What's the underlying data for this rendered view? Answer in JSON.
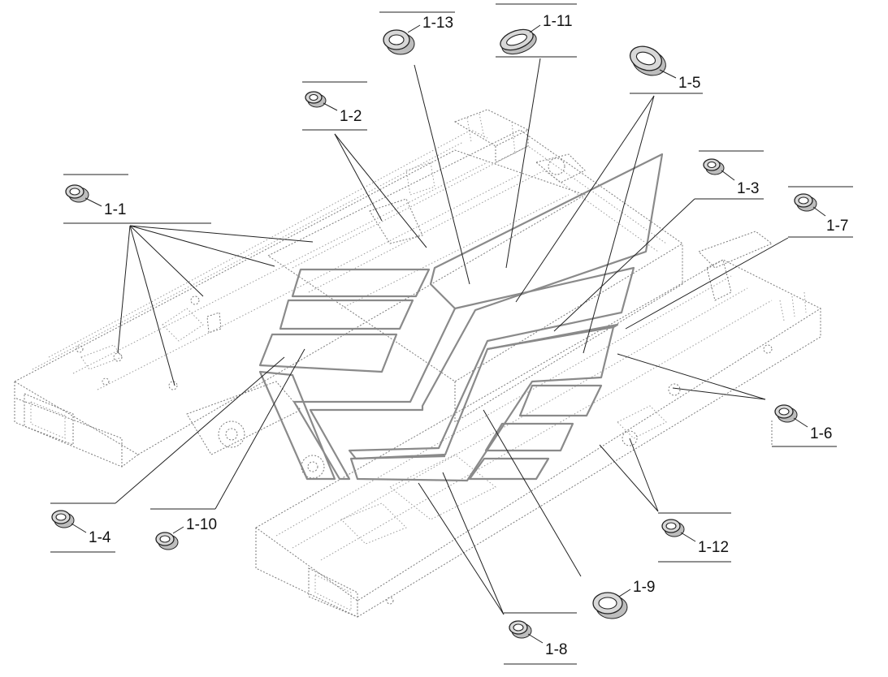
{
  "diagram": {
    "callouts": [
      {
        "id": "1-1",
        "label": "1-1"
      },
      {
        "id": "1-2",
        "label": "1-2"
      },
      {
        "id": "1-3",
        "label": "1-3"
      },
      {
        "id": "1-4",
        "label": "1-4"
      },
      {
        "id": "1-5",
        "label": "1-5"
      },
      {
        "id": "1-6",
        "label": "1-6"
      },
      {
        "id": "1-7",
        "label": "1-7"
      },
      {
        "id": "1-8",
        "label": "1-8"
      },
      {
        "id": "1-9",
        "label": "1-9"
      },
      {
        "id": "1-10",
        "label": "1-10"
      },
      {
        "id": "1-11",
        "label": "1-11"
      },
      {
        "id": "1-12",
        "label": "1-12"
      },
      {
        "id": "1-13",
        "label": "1-13"
      }
    ],
    "colors": {
      "ink": "#222222",
      "ghost_lines": "#7a7a7a",
      "mat_outline": "#8a8a8a",
      "grommet_fill": "#d8d8d8"
    }
  }
}
